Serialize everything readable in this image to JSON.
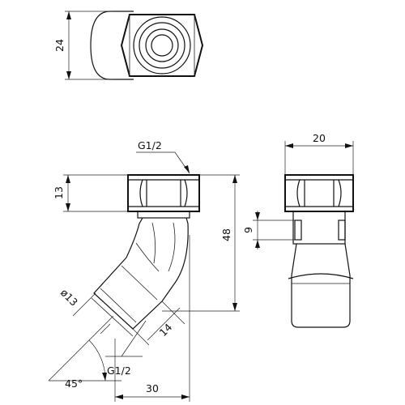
{
  "dimensions": {
    "top_view_height": "24",
    "nut_height": "13",
    "thread_top": "G1/2",
    "overall_height": "48",
    "side_width": "20",
    "neck_height": "9",
    "outlet_diameter": "ø13",
    "outlet_depth": "14",
    "thread_bottom": "G1/2",
    "horizontal_offset": "30",
    "angle": "45°"
  }
}
